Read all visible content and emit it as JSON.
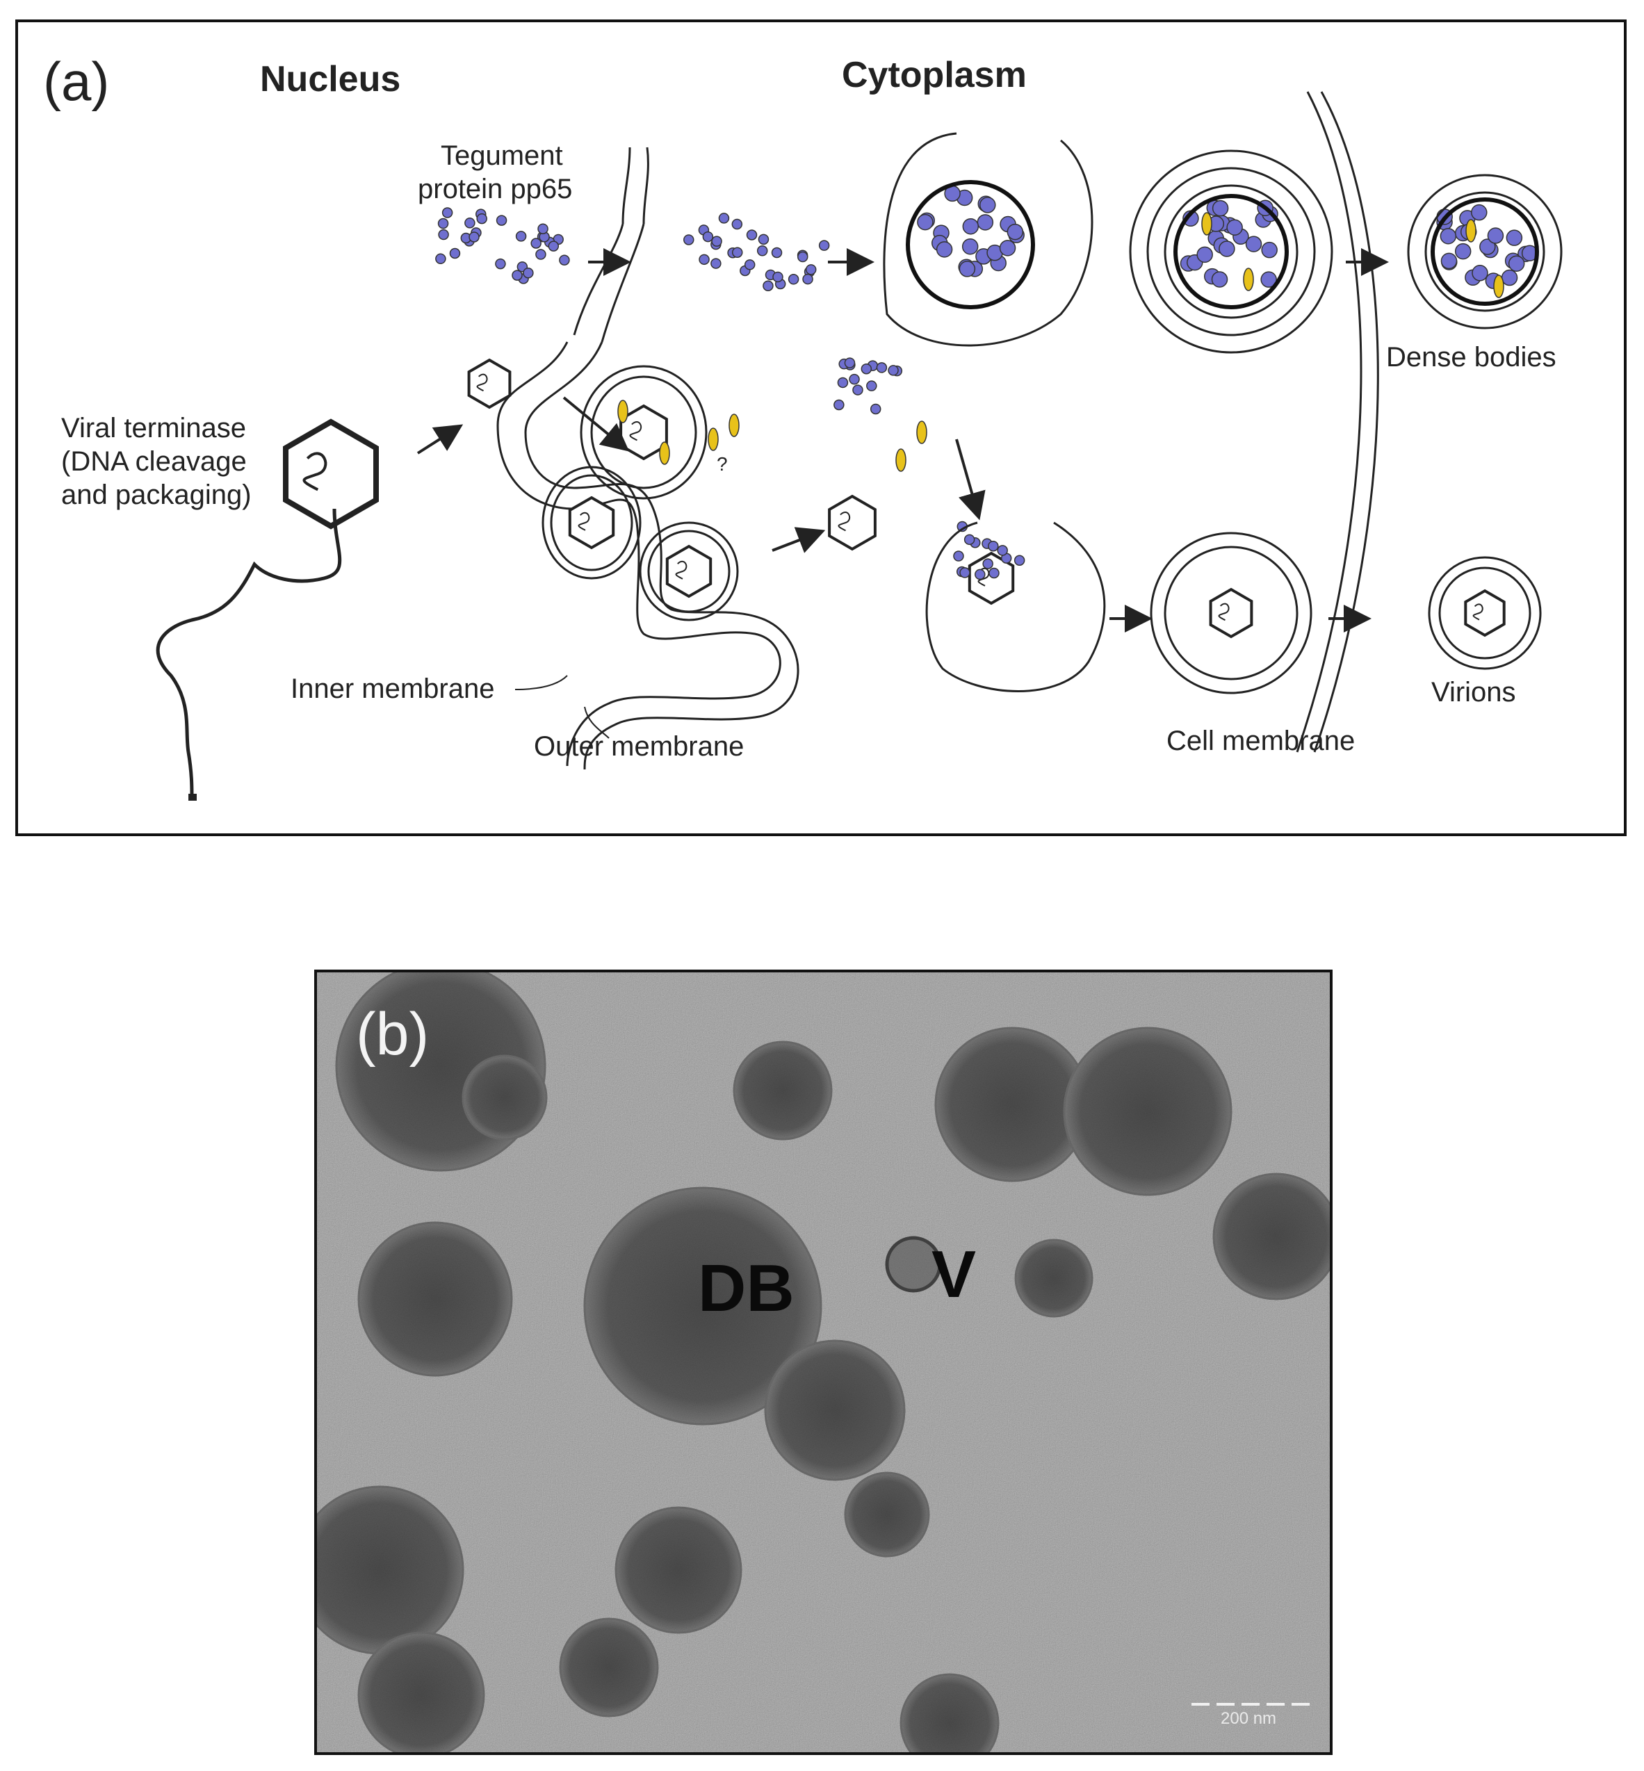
{
  "panel_a": {
    "panel_label": "(a)",
    "region_nucleus": "Nucleus",
    "region_cytoplasm": "Cytoplasm",
    "tegument_label_line1": "Tegument",
    "tegument_label_line2": "protein pp65",
    "terminase_label_line1": "Viral terminase",
    "terminase_label_line2": "(DNA cleavage",
    "terminase_label_line3": "and packaging)",
    "question_mark": "?",
    "dense_bodies_label": "Dense bodies",
    "virions_label": "Virions",
    "inner_membrane_label": "Inner membrane",
    "outer_membrane_label": "Outer membrane",
    "cell_membrane_label": "Cell membrane"
  },
  "panel_b": {
    "panel_label": "(b)",
    "dense_body_tag": "DB",
    "virion_tag": "V",
    "scale_bar_label": "200 nm"
  },
  "colors": {
    "tegument_blue": "#6f6fcf",
    "glycoprotein_yellow": "#e8c21a",
    "capsid_line": "#222222",
    "tegument_gray": "#bdbdbd",
    "em_background": "#8a8a8a",
    "em_particle": "#5c5c5c"
  }
}
